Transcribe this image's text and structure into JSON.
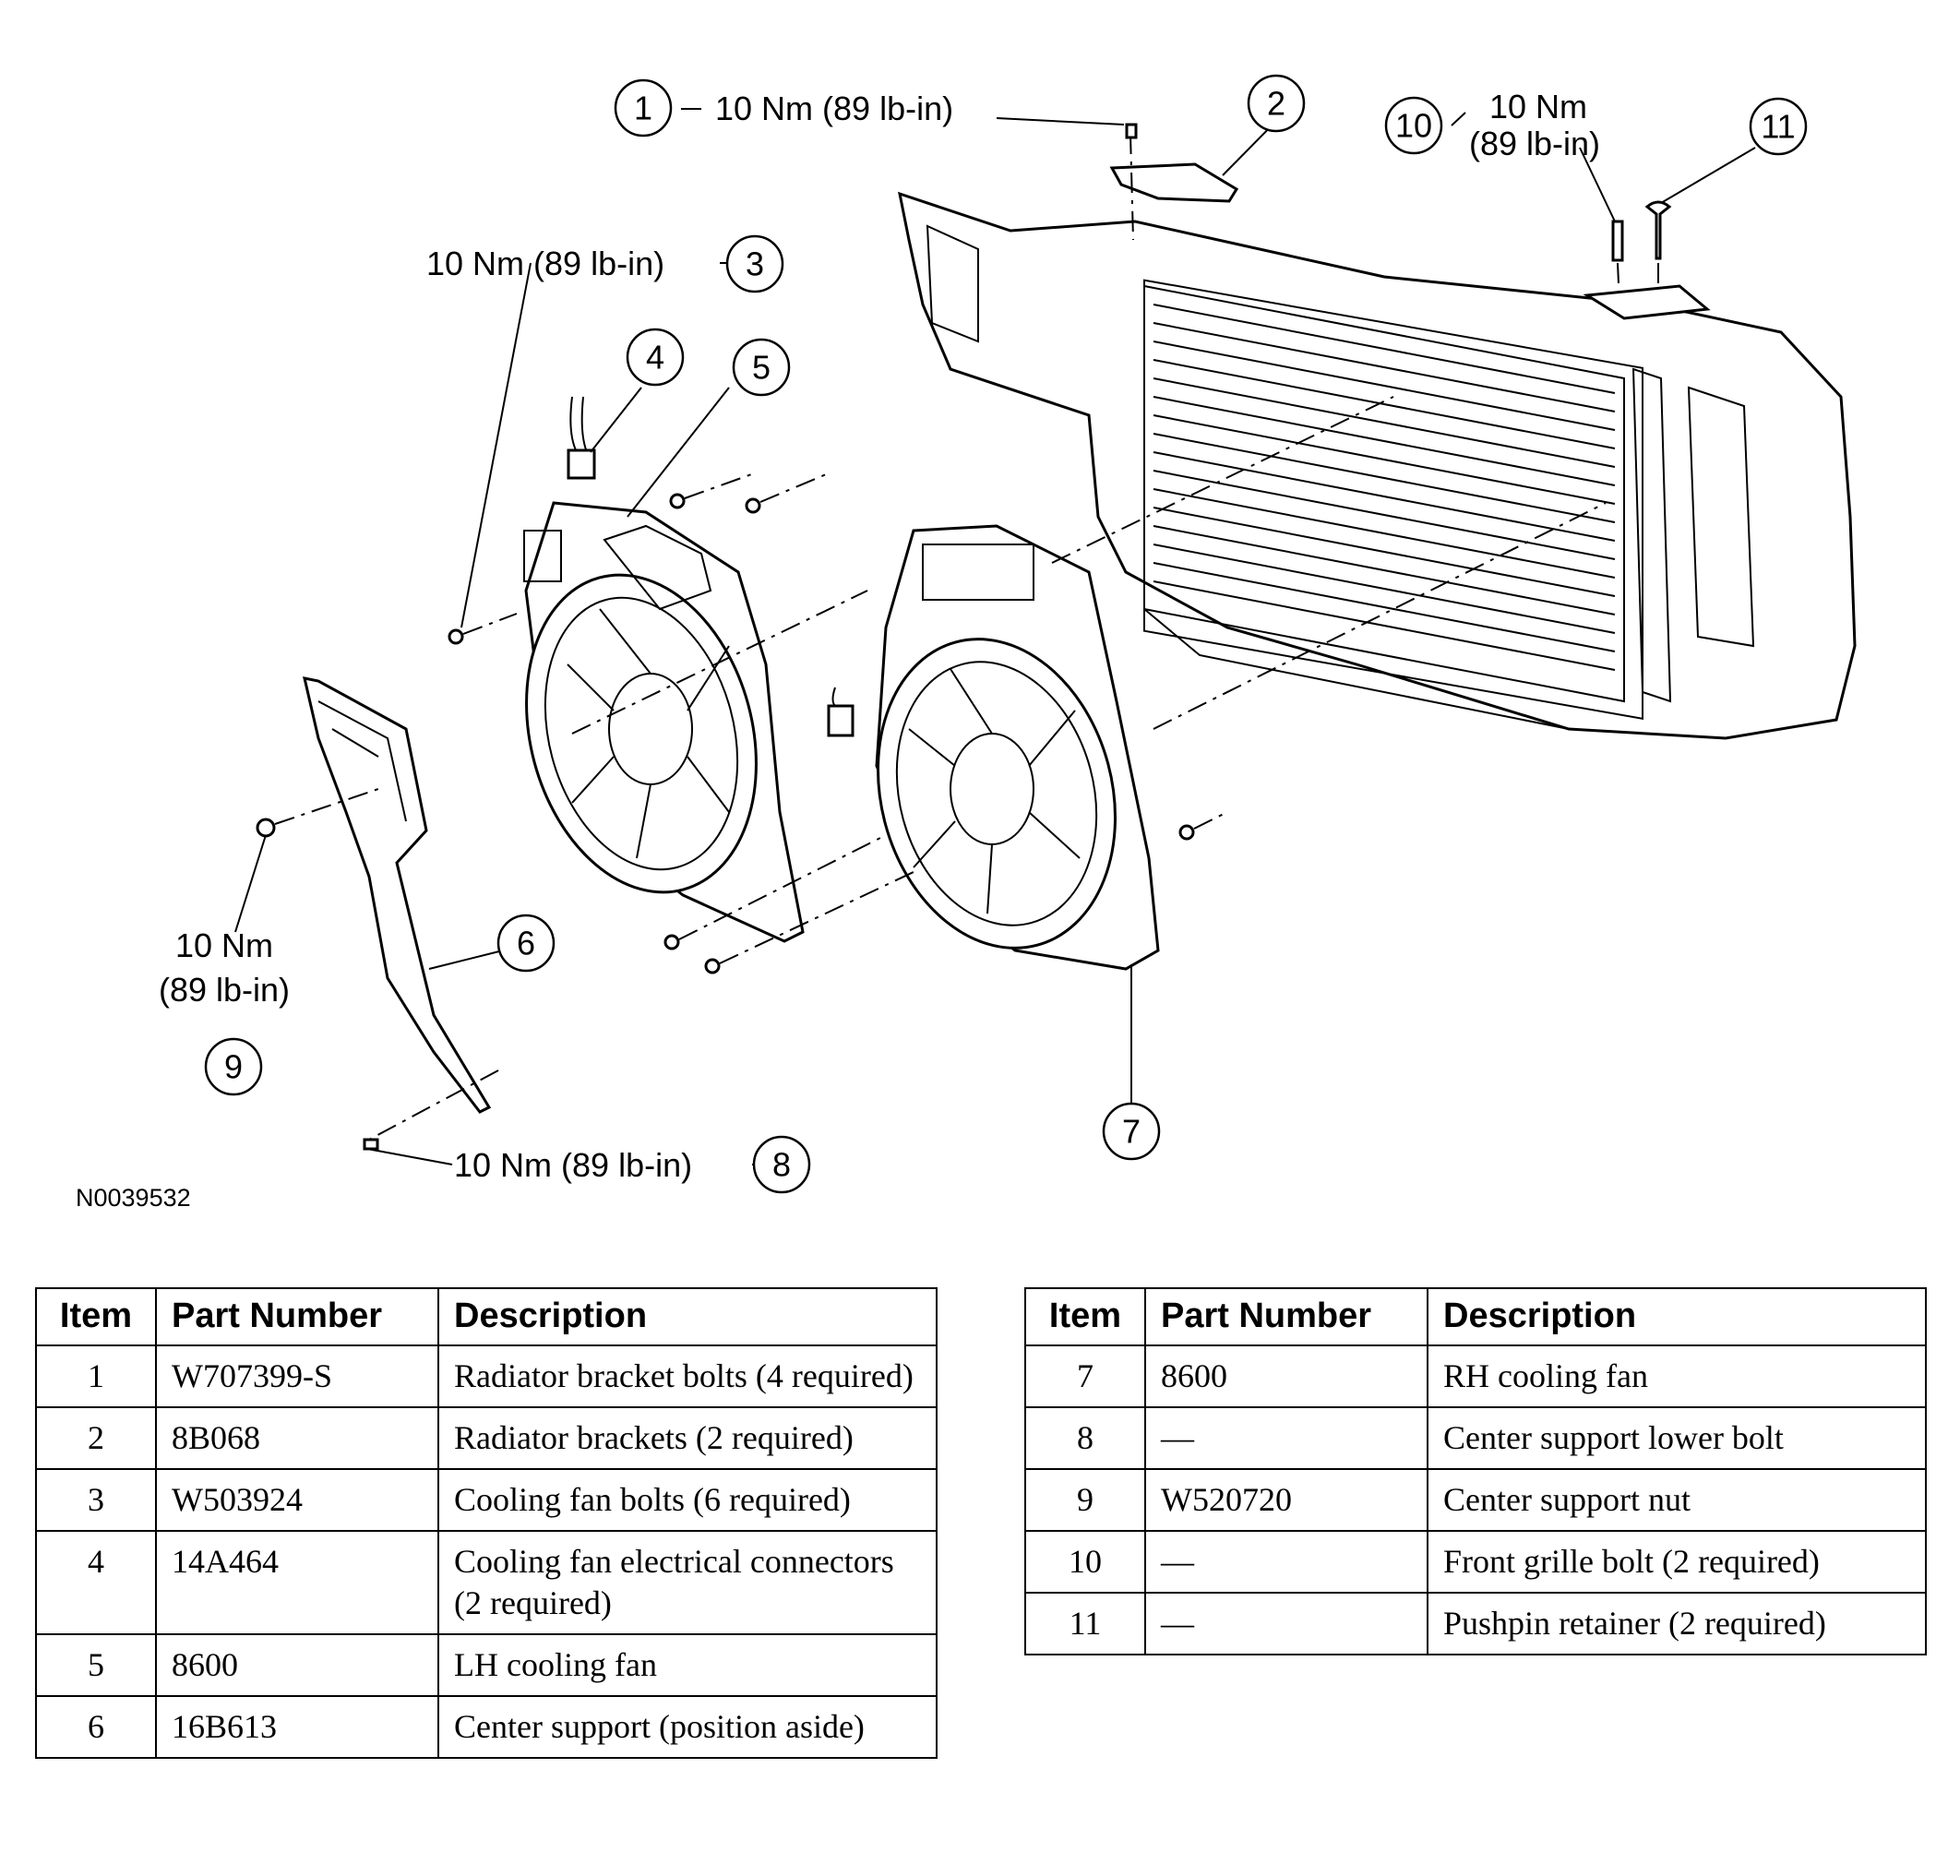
{
  "figure_id": "N0039532",
  "callouts": [
    {
      "num": "1",
      "torque": "10 Nm (89 lb-in)"
    },
    {
      "num": "2",
      "torque": ""
    },
    {
      "num": "3",
      "torque": "10 Nm (89 lb-in)"
    },
    {
      "num": "4",
      "torque": ""
    },
    {
      "num": "5",
      "torque": ""
    },
    {
      "num": "6",
      "torque": ""
    },
    {
      "num": "7",
      "torque": ""
    },
    {
      "num": "8",
      "torque": "10 Nm (89 lb-in)"
    },
    {
      "num": "9",
      "torque_line1": "10 Nm",
      "torque_line2": "(89 lb-in)"
    },
    {
      "num": "10",
      "torque_line1": "10 Nm",
      "torque_line2": "(89 lb-in)"
    },
    {
      "num": "11",
      "torque": ""
    }
  ],
  "table_headers": {
    "item": "Item",
    "part_number": "Part Number",
    "description": "Description"
  },
  "table_left": [
    {
      "item": "1",
      "part": "W707399-S",
      "desc": "Radiator bracket bolts (4 required)"
    },
    {
      "item": "2",
      "part": "8B068",
      "desc": "Radiator brackets (2 required)"
    },
    {
      "item": "3",
      "part": "W503924",
      "desc": "Cooling fan bolts (6 required)"
    },
    {
      "item": "4",
      "part": "14A464",
      "desc": "Cooling fan electrical connectors (2 required)"
    },
    {
      "item": "5",
      "part": "8600",
      "desc": "LH cooling fan"
    },
    {
      "item": "6",
      "part": "16B613",
      "desc": "Center support (position aside)"
    }
  ],
  "table_right": [
    {
      "item": "7",
      "part": "8600",
      "desc": "RH cooling fan"
    },
    {
      "item": "8",
      "part": "—",
      "desc": "Center support lower bolt"
    },
    {
      "item": "9",
      "part": "W520720",
      "desc": "Center support nut"
    },
    {
      "item": "10",
      "part": "—",
      "desc": "Front grille bolt (2 required)"
    },
    {
      "item": "11",
      "part": "—",
      "desc": "Pushpin retainer (2 required)"
    }
  ]
}
